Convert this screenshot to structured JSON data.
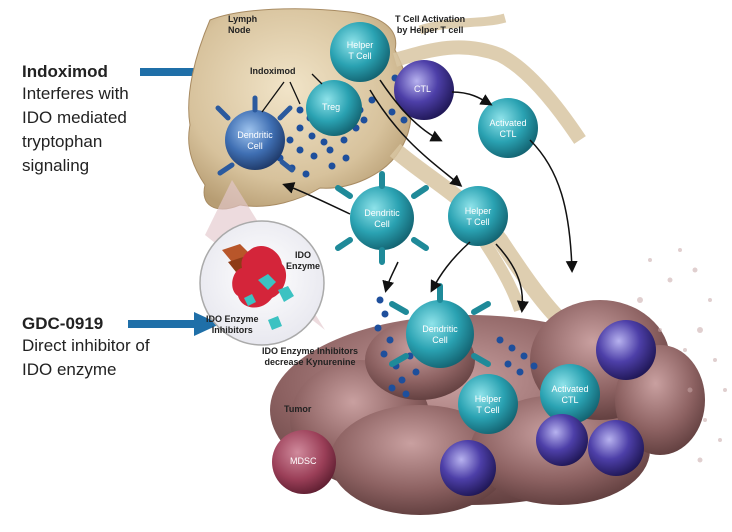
{
  "drugs": [
    {
      "name": "Indoximod",
      "description": "Interferes with\nIDO mediated\ntryptophan\nsignaling"
    },
    {
      "name": "GDC-0919",
      "description": "Direct inhibitor of\nIDO enzyme"
    }
  ],
  "labels": {
    "lymph_node": "Lymph\nNode",
    "t_cell_activation": "T Cell Activation\nby Helper T cell",
    "indoximod": "Indoximod",
    "helper_t_cell": "Helper\nT Cell",
    "treg": "Treg",
    "ctl": "CTL",
    "activated_ctl": "Activated\nCTL",
    "dendritic_cell": "Dendritic\nCell",
    "ido_enzyme": "IDO\nEnzyme",
    "ido_enzyme_inhibitors": "IDO Enzyme\nInhibitors",
    "ido_inhibitors_decrease": "IDO Enzyme Inhibitors\ndecrease Kynurenine",
    "tumor": "Tumor",
    "mdsc": "MDSC"
  },
  "colors": {
    "arrow_blue": "#1f6fa8",
    "lymph_node": "#d4bf98",
    "teal_cell": "#2f9fae",
    "purple_cell": "#3c2f8c",
    "tumor": "#9a6e6e",
    "dots": "#1e4f9c"
  }
}
